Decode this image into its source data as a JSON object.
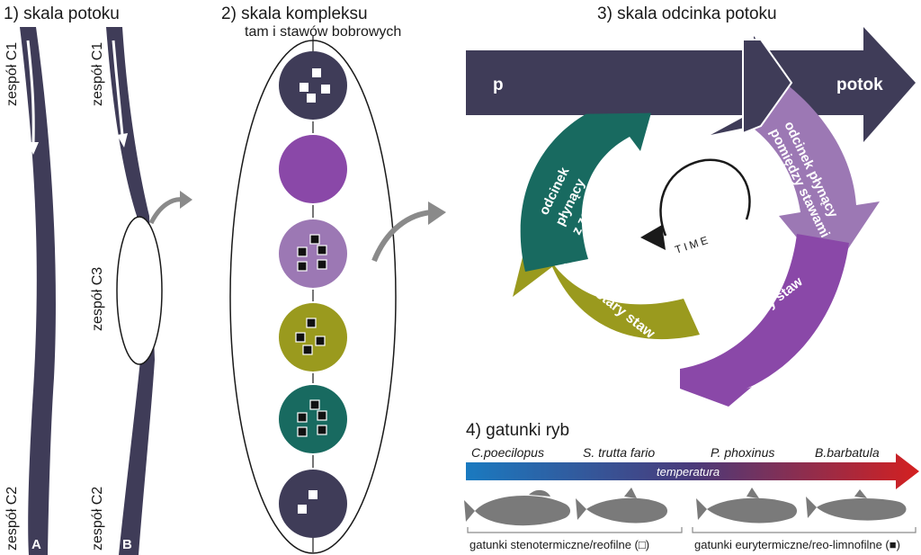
{
  "section1": {
    "title": "1) skala potoku",
    "stream_a": {
      "top_label": "zespół C1",
      "bottom_label": "zespół C2",
      "letter": "A"
    },
    "stream_b": {
      "top_label": "zespół C1",
      "mid_label": "zespół C3",
      "bottom_label": "zespół C2",
      "letter": "B"
    }
  },
  "section2": {
    "title_line1": "2) skala kompleksu",
    "title_line2": "tam i stawów bobrowych",
    "circles": [
      {
        "color": "#3f3c58",
        "squares": "white"
      },
      {
        "color": "#8a48a8",
        "squares": "none"
      },
      {
        "color": "#9c78b4",
        "squares": "black"
      },
      {
        "color": "#9a9a1e",
        "squares": "black"
      },
      {
        "color": "#186a60",
        "squares": "black"
      },
      {
        "color": "#3f3c58",
        "squares": "white"
      }
    ]
  },
  "section3": {
    "title": "3) skala odcinka potoku",
    "stream_left": "potok",
    "stream_right": "potok",
    "segment_between_line1": "odcinek płynący",
    "segment_between_line2": "pomiędzy stawami",
    "segment_small_pond": "mały / młody staw",
    "segment_large_pond": "duży / stary staw",
    "segment_above_line1": "odcinek",
    "segment_above_line2": "płynący",
    "segment_above_line3": "z zastoiskiem",
    "time_label": "TIME",
    "colors": {
      "stream": "#3f3c58",
      "between": "#9c78b4",
      "small_pond": "#8a48a8",
      "large_pond": "#9a9a1e",
      "above": "#186a60"
    }
  },
  "section4": {
    "title": "4) gatunki ryb",
    "species": [
      "C.poecilopus",
      "S. trutta fario",
      "P. phoxinus",
      "B.barbatula"
    ],
    "gradient_label": "temperatura",
    "gradient_colors": {
      "start": "#1a7ac0",
      "end": "#d42020"
    },
    "group_left": "gatunki stenotermiczne/reofilne (□)",
    "group_right": "gatunki eurytermiczne/reo-limnofilne (■)"
  }
}
